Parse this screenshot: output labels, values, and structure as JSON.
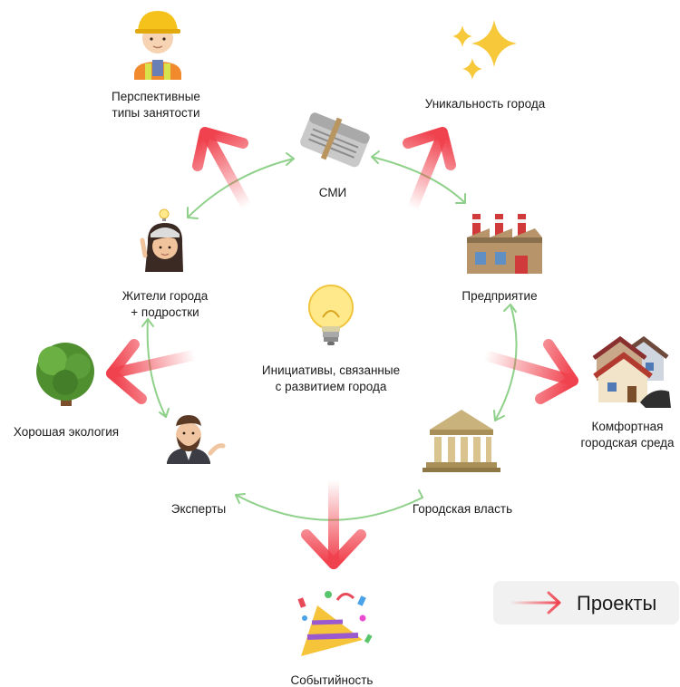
{
  "center": {
    "label_line1": "Инициативы, связанные",
    "label_line2": "с развитием города"
  },
  "actors": {
    "media": "СМИ",
    "enterprise": "Предприятие",
    "city_government": "Городская власть",
    "experts": "Эксперты",
    "residents_line1": "Жители города",
    "residents_line2": "+ подростки"
  },
  "outcomes": {
    "employment_line1": "Перспективные",
    "employment_line2": "типы занятости",
    "uniqueness": "Уникальность города",
    "comfort_line1": "Комфортная",
    "comfort_line2": "городская среда",
    "eventfulness": "Событийность",
    "ecology": "Хорошая экология"
  },
  "legend": {
    "label": "Проекты"
  },
  "colors": {
    "project_arrow": "#f0424e",
    "link_arrow": "#8fd18a",
    "legend_bg": "#f1f1f1"
  }
}
